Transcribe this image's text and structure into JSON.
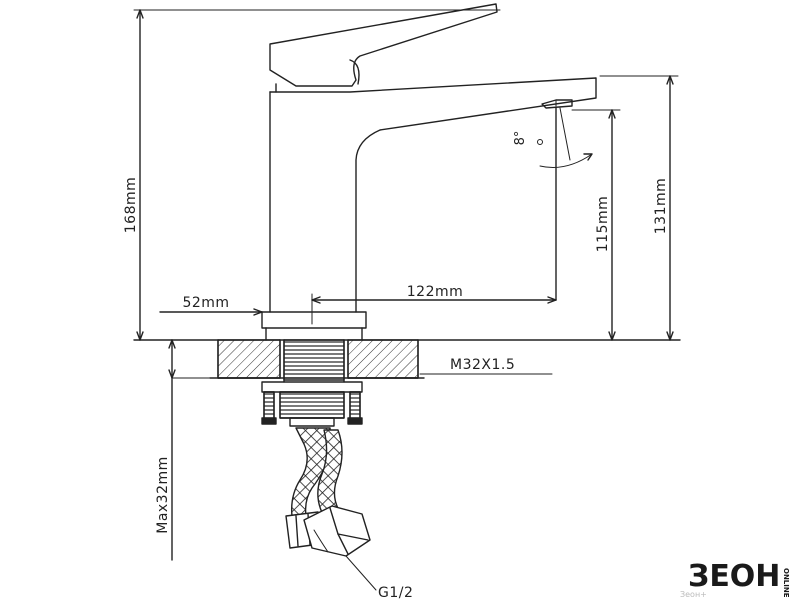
{
  "dimensions": {
    "total_height": "168mm",
    "spout_height": "131mm",
    "outlet_height": "115mm",
    "spout_reach": "122mm",
    "base_diameter": "52mm",
    "thread": "M32X1.5",
    "max_countertop": "Max32mm",
    "connection": "G1/2",
    "angle": "8°"
  },
  "brand": {
    "logo": "ЗЕОН",
    "logo_side": "ONLINE",
    "watermark": "Зеон+"
  },
  "colors": {
    "line": "#222222",
    "hatch": "#333333",
    "background": "#ffffff",
    "logo": "#1a1a1a"
  }
}
